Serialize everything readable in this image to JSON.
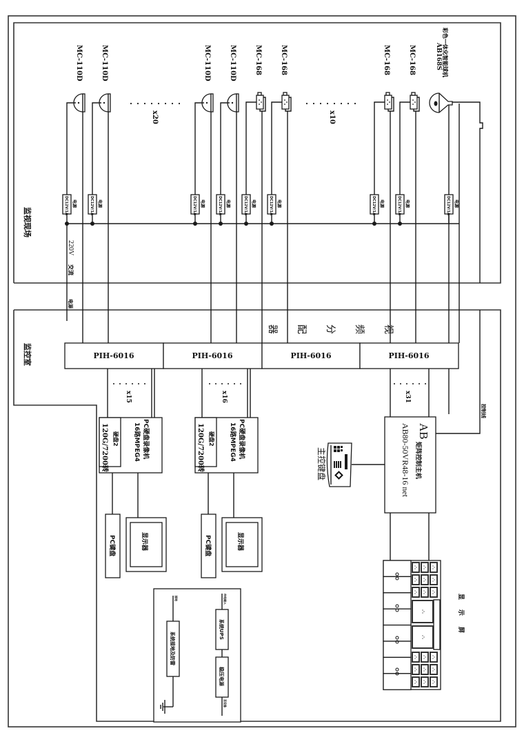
{
  "areas": {
    "field_label": "监视现场",
    "control_room_label": "监控室"
  },
  "cameras": {
    "dome_model": "MC-110D",
    "box_model": "MC-168",
    "ptz_model_line1": "彩色一体化智能球机",
    "ptz_model_line2": "AB168S",
    "dome_count_label": "x20",
    "box_count_label": "x10",
    "dome_groups": [
      {
        "label": "MC-110D"
      },
      {
        "label": "MC-110D"
      },
      {
        "label": "MC-110D"
      },
      {
        "label": "MC-110D"
      }
    ],
    "box_groups": [
      {
        "label": "MC-168"
      },
      {
        "label": "MC-168"
      },
      {
        "label": "MC-168"
      },
      {
        "label": "MC-168"
      }
    ]
  },
  "power": {
    "supply_label": "电源",
    "supply_spec": "DC12V/1A",
    "ac_label_1": "220V",
    "ac_label_2": "交流",
    "cable_label": "电源"
  },
  "distributor": {
    "title_chars": [
      "视",
      "频",
      "分",
      "配",
      "器"
    ],
    "units": [
      "PIH-6016",
      "PIH-6016",
      "PIH-6016",
      "PIH-6016"
    ],
    "bundle_labels": [
      "x15",
      "x16",
      "x31"
    ]
  },
  "dvr": {
    "units": [
      {
        "title": "PC硬盘录像机",
        "spec": "16路MPEG4",
        "disk_label": "硬盘2",
        "disk_spec": "120G/7200转"
      },
      {
        "title": "PC硬盘录像机",
        "spec": "16路MPEG4",
        "disk_label": "硬盘2",
        "disk_spec": "120G/7200转"
      }
    ],
    "keyboard_label": "PC键盘",
    "monitor_label": "显示器"
  },
  "matrix": {
    "brand": "AB",
    "title": "矩阵控制主机",
    "model": "AB80-50VR48-16 net",
    "keyboard_label": "主控键盘",
    "control_cable_label": "控制线"
  },
  "display_wall": {
    "label_chars": [
      "显",
      "示",
      "屏"
    ]
  },
  "power_legend": {
    "ups_label": "系统UPS",
    "regulator_label": "稳压电源",
    "grounding_label": "系统接地及防雷",
    "input_label": "市电输入",
    "output_label": "至设备",
    "ground_in_label": "接地"
  }
}
